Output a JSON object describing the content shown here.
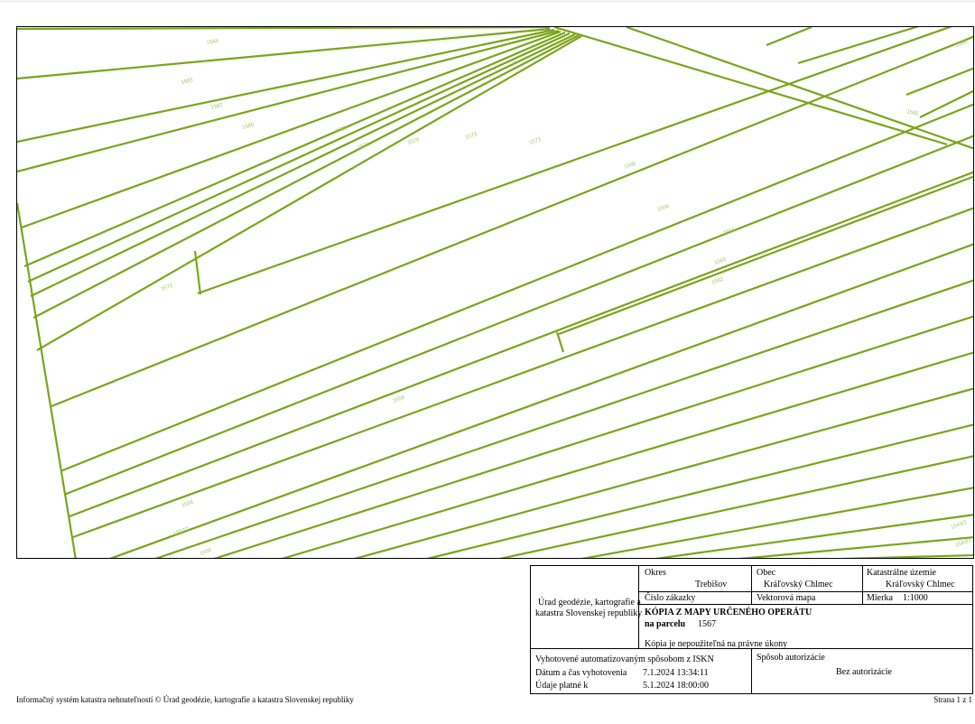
{
  "map": {
    "parcel_labels": [
      {
        "text": "1584",
        "rot": -9
      },
      {
        "text": "1583",
        "rot": -12
      },
      {
        "text": "1582",
        "rot": -14
      },
      {
        "text": "1580",
        "rot": -16
      },
      {
        "text": "1580",
        "rot": -17
      },
      {
        "text": "1571",
        "rot": -18
      },
      {
        "text": "1570",
        "rot": -18
      },
      {
        "text": "1573",
        "rot": -18
      },
      {
        "text": "1571",
        "rot": -19
      },
      {
        "text": "1568",
        "rot": -20
      },
      {
        "text": "1566",
        "rot": -20
      },
      {
        "text": "1564",
        "rot": -20
      },
      {
        "text": "1563",
        "rot": -20
      },
      {
        "text": "1562",
        "rot": -20
      },
      {
        "text": "1572",
        "rot": -20
      },
      {
        "text": "1559",
        "rot": -20
      },
      {
        "text": "1558",
        "rot": -20
      },
      {
        "text": "1557/1",
        "rot": -20
      },
      {
        "text": "1559",
        "rot": -20
      },
      {
        "text": "1585",
        "rot": 12
      },
      {
        "text": "1586",
        "rot": -20
      },
      {
        "text": "1543/2",
        "rot": -20
      },
      {
        "text": "1543/3",
        "rot": -20
      }
    ]
  },
  "info": {
    "office_line1": "Úrad geodézie, kartografie a",
    "office_line2": "katastra Slovenskej republiky",
    "okres_label": "Okres",
    "okres_value": "Trebišov",
    "obec_label": "Obec",
    "obec_value": "Kráľovský Chlmec",
    "ku_label": "Katastrálne územie",
    "ku_value": "Kráľovský Chlmec",
    "zakazka_label": "Číslo zákazky",
    "map_type": "Vektorová mapa",
    "scale_label": "Mierka",
    "scale_value": "1:1000",
    "title": "KÓPIA Z MAPY URČENÉHO OPERÁTU",
    "parcel_label": "na parcelu",
    "parcel_value": "1567",
    "note": "Kópia je nepoužiteľná na právne úkony",
    "generated_by": "Vyhotovené automatizovaným spôsobom z ISKN",
    "datetime_label": "Dátum a čas vyhotovenia",
    "datetime_value": "7.1.2024 13:34:11",
    "valid_label": "Údaje platné k",
    "valid_value": "5.1.2024 18:00:00",
    "auth_label": "Spôsob autorizácie",
    "auth_value": "Bez autorizácie"
  },
  "footer": {
    "left": "Informačný systém katastra nehnuteľností © Úrad geodézie, kartografie a katastra Slovenskej republiky",
    "right": "Strana 1 z 1"
  }
}
